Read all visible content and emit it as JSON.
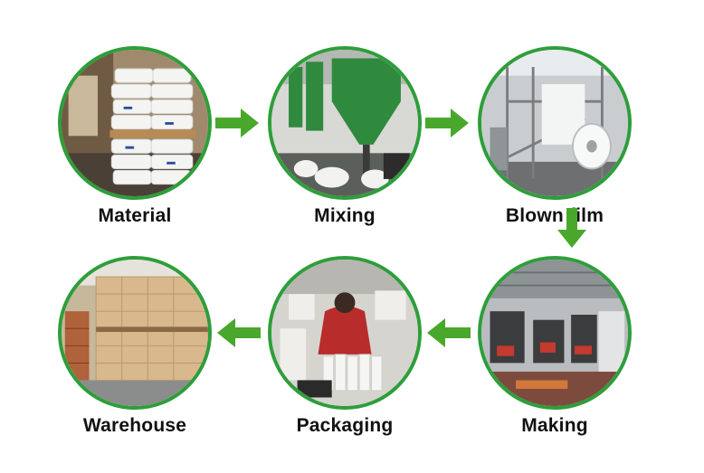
{
  "accent_color": "#2e9e3a",
  "arrow_color": "#49a82b",
  "steps": [
    {
      "label": "Material",
      "image": "stacked-material-bags-photo"
    },
    {
      "label": "Mixing",
      "image": "mixing-silo-photo"
    },
    {
      "label": "Blown film",
      "image": "film-blowing-machine-photo"
    },
    {
      "label": "Making",
      "image": "bag-making-machines-photo"
    },
    {
      "label": "Packaging",
      "image": "packaging-worker-photo"
    },
    {
      "label": "Warehouse",
      "image": "warehouse-cartons-photo"
    }
  ],
  "arrows": [
    {
      "icon": "arrow-right-icon"
    },
    {
      "icon": "arrow-right-icon"
    },
    {
      "icon": "arrow-down-icon"
    },
    {
      "icon": "arrow-left-icon"
    },
    {
      "icon": "arrow-left-icon"
    }
  ]
}
